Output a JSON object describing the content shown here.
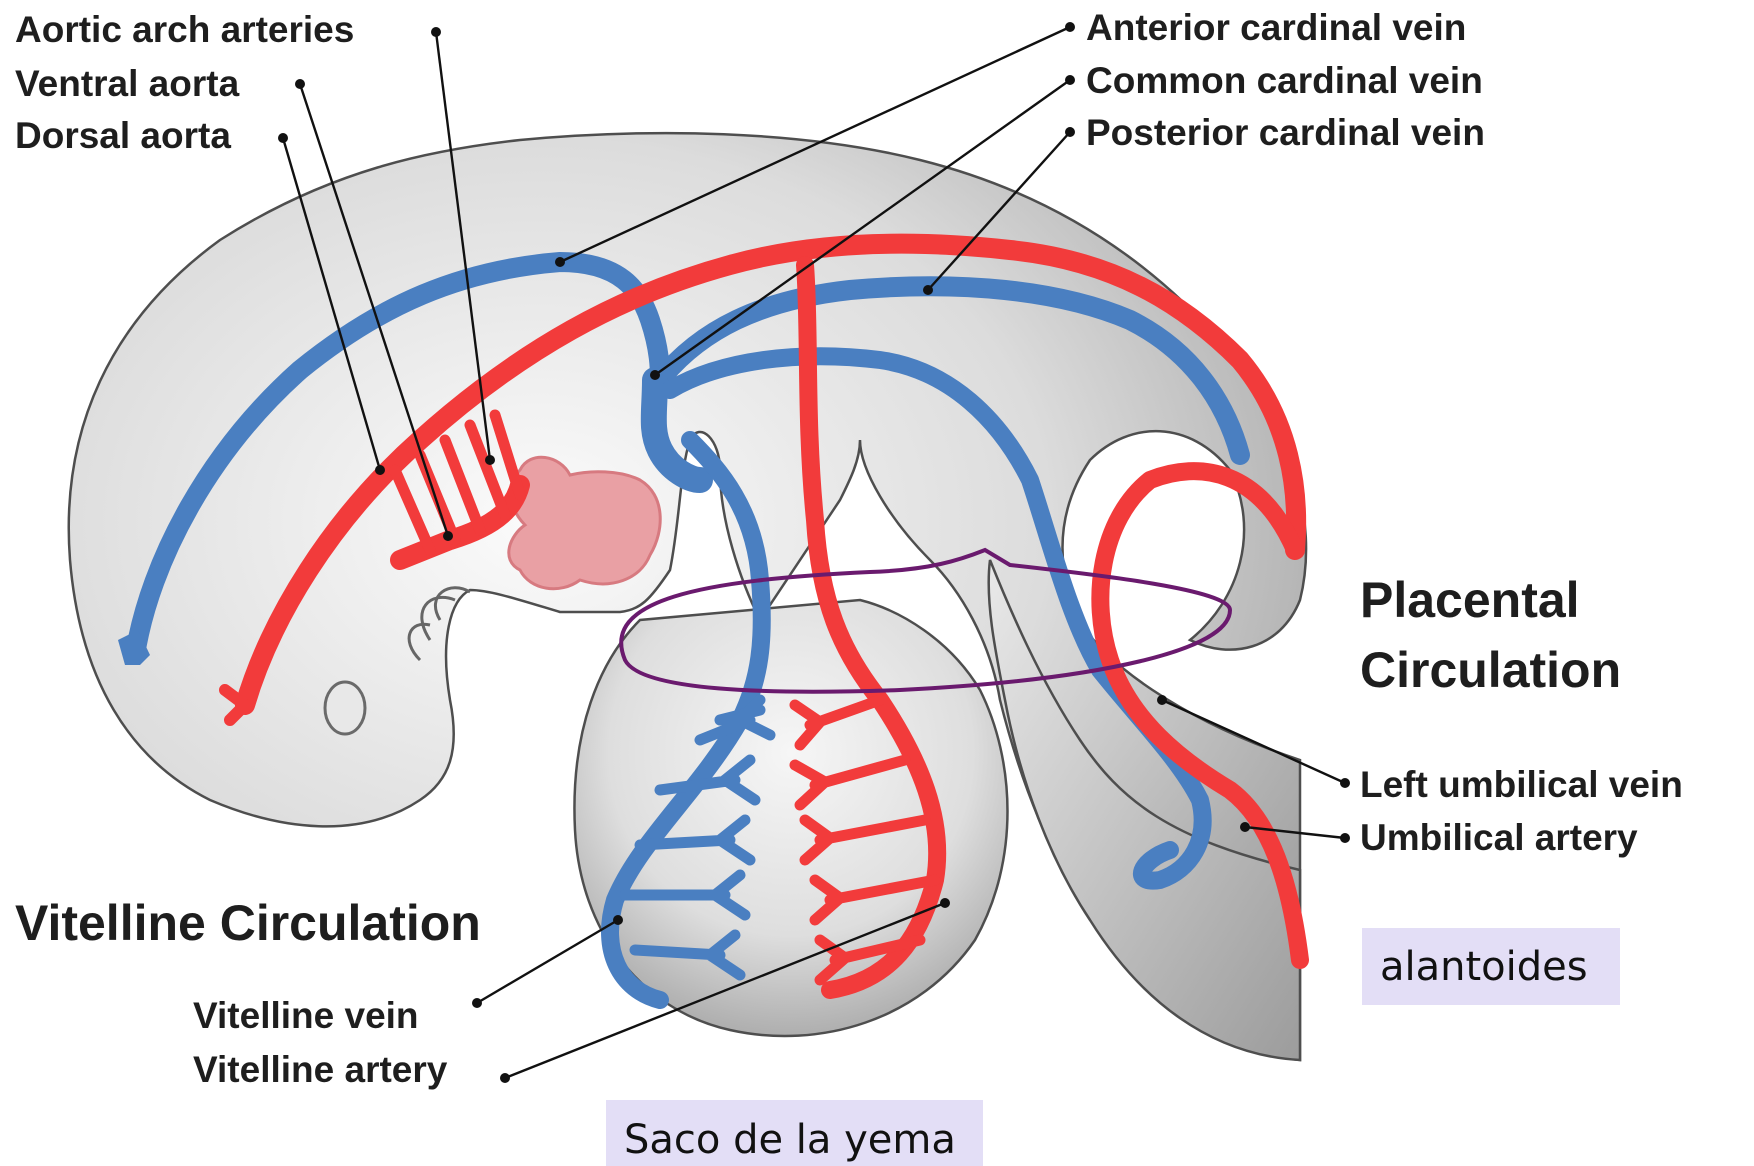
{
  "labels": {
    "aortic_arch_arteries": "Aortic arch arteries",
    "ventral_aorta": "Ventral aorta",
    "dorsal_aorta": "Dorsal aorta",
    "anterior_cardinal_vein": "Anterior cardinal vein",
    "common_cardinal_vein": "Common cardinal vein",
    "posterior_cardinal_vein": "Posterior cardinal vein",
    "placental_circulation_line1": "Placental",
    "placental_circulation_line2": "Circulation",
    "left_umbilical_vein": "Left umbilical vein",
    "umbilical_artery": "Umbilical artery",
    "vitelline_circulation": "Vitelline Circulation",
    "vitelline_vein": "Vitelline vein",
    "vitelline_artery": "Vitelline artery"
  },
  "annotations": {
    "allantois": "alantoides",
    "yolk_sac": "Saco de la yema"
  },
  "colors": {
    "artery": "#f23b3b",
    "vein": "#4a7fc1",
    "heart": "#e9a0a4",
    "tissue_light": "#efefef",
    "tissue_dark": "#9a9a9a",
    "annotation_box": "#e3def6",
    "highlight_ring": "#6a1a6e"
  }
}
